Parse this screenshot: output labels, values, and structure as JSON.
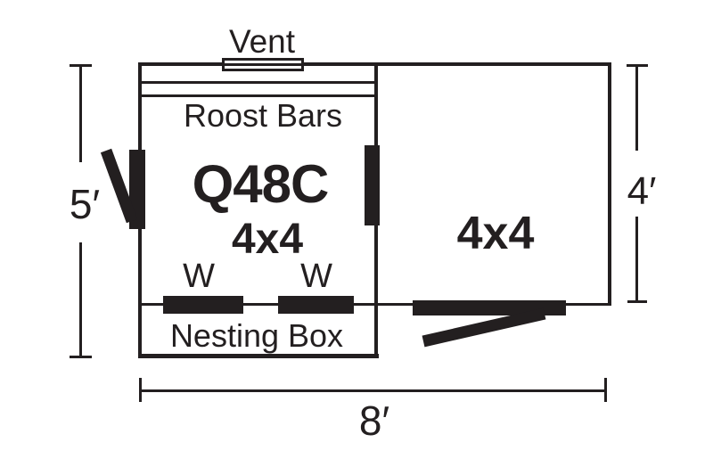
{
  "plan": {
    "vent_label": "Vent",
    "roost_bars_label": "Roost Bars",
    "model_label": "Q48C",
    "coop_size_label": "4x4",
    "run_size_label": "4x4",
    "window_label_1": "W",
    "window_label_2": "W",
    "nesting_box_label": "Nesting Box",
    "dimensions": {
      "left_height": "5′",
      "right_height": "4′",
      "bottom_width": "8′"
    }
  },
  "colors": {
    "ink": "#231f20",
    "background": "#ffffff"
  }
}
